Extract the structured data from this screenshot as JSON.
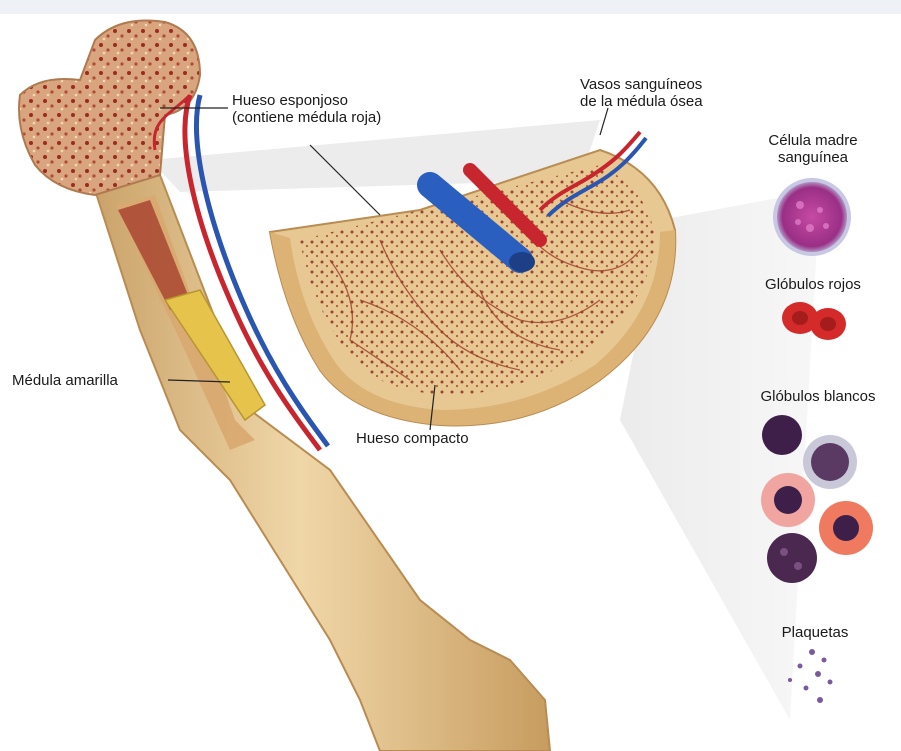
{
  "labels": {
    "hueso_esponjoso": [
      "Hueso esponjoso",
      "(contiene médula roja)"
    ],
    "vasos_sanguineos": [
      "Vasos sanguíneos",
      "de la médula ósea"
    ],
    "celula_madre": [
      "Célula madre",
      "sanguínea"
    ],
    "globulos_rojos": "Glóbulos rojos",
    "globulos_blancos": "Glóbulos blancos",
    "plaquetas": "Plaquetas",
    "medula_amarilla": "Médula amarilla",
    "hueso_compacto": "Hueso compacto"
  },
  "colors": {
    "bone": "#e9cf9f",
    "bone_shade": "#d7b379",
    "marrow_red": "#9b2a1f",
    "yellow_marrow": "#e6c34a",
    "artery": "#c8262e",
    "vein": "#2a55b0",
    "stem_cell": "#c3399a",
    "rbc": "#d42a2a",
    "wbc": "#4a2850",
    "platelet": "#7a5a9a"
  }
}
